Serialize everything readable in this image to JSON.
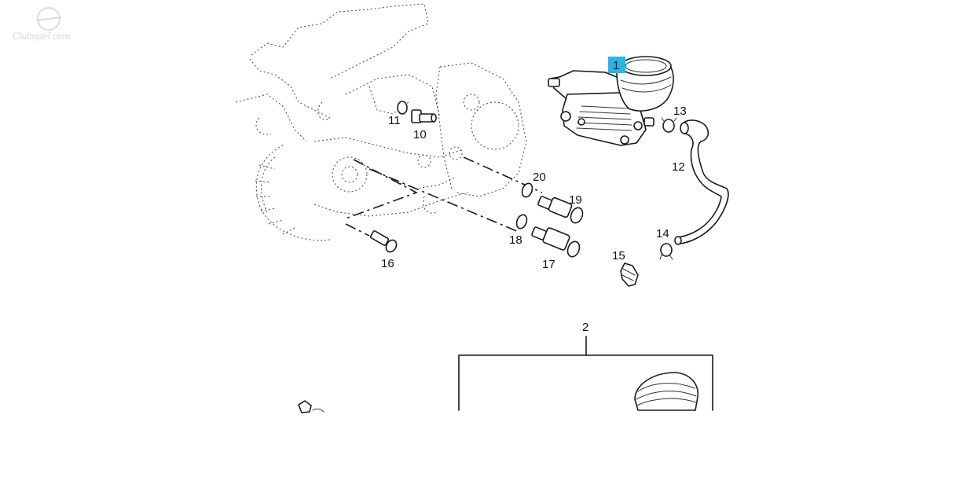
{
  "watermark": {
    "text": "Clubopel.com"
  },
  "colors": {
    "highlight": "#29b6e6",
    "ink": "#1a1a1a",
    "watermark": "#d8d8d8"
  },
  "callouts": {
    "c1": "1",
    "c2": "2",
    "c10": "10",
    "c11": "11",
    "c12": "12",
    "c13": "13",
    "c14": "14",
    "c15": "15",
    "c16": "16",
    "c17": "17",
    "c18": "18",
    "c19": "19",
    "c20": "20"
  },
  "highlighted_callout": "1"
}
